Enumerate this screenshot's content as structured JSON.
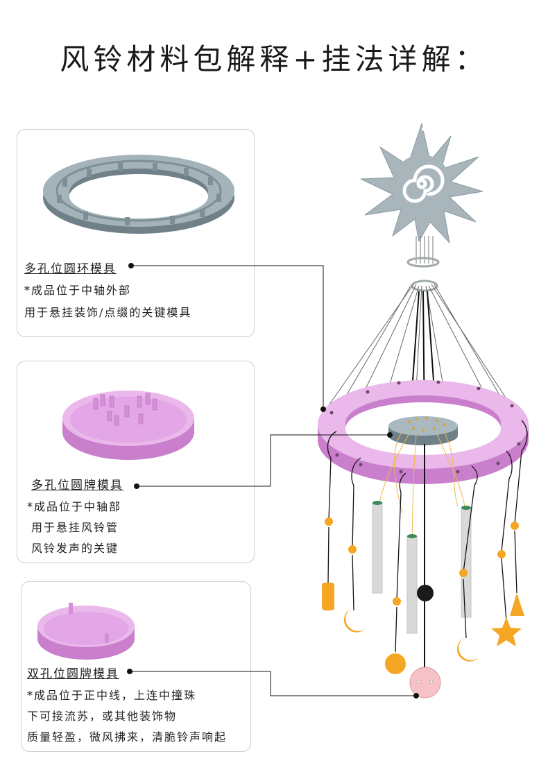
{
  "title": "风铃材料包解释+挂法详解：",
  "cards": [
    {
      "title": "多孔位圆环模具",
      "lines": [
        "*成品位于中轴外部",
        "用于悬挂装饰/点缀的关键模具"
      ],
      "color": "#8e9fa6"
    },
    {
      "title": "多孔位圆牌模具",
      "lines": [
        "*成品位于中轴部",
        "用于悬挂风铃管",
        "风铃发声的关键"
      ],
      "color": "#e3a6e6"
    },
    {
      "title": "双孔位圆牌模具",
      "lines": [
        "*成品位于正中线，上连中撞珠",
        "下可接流苏，或其他装饰物",
        "质量轻盈，微风拂来，清脆铃声响起"
      ],
      "color": "#e3a6e6"
    }
  ],
  "colors": {
    "sun": "#a8b5bb",
    "ring": "#eab8ea",
    "disc": "#9fb0b6",
    "bead": "#f5a623",
    "tube": "#d9d9d9",
    "line": "#111111"
  }
}
